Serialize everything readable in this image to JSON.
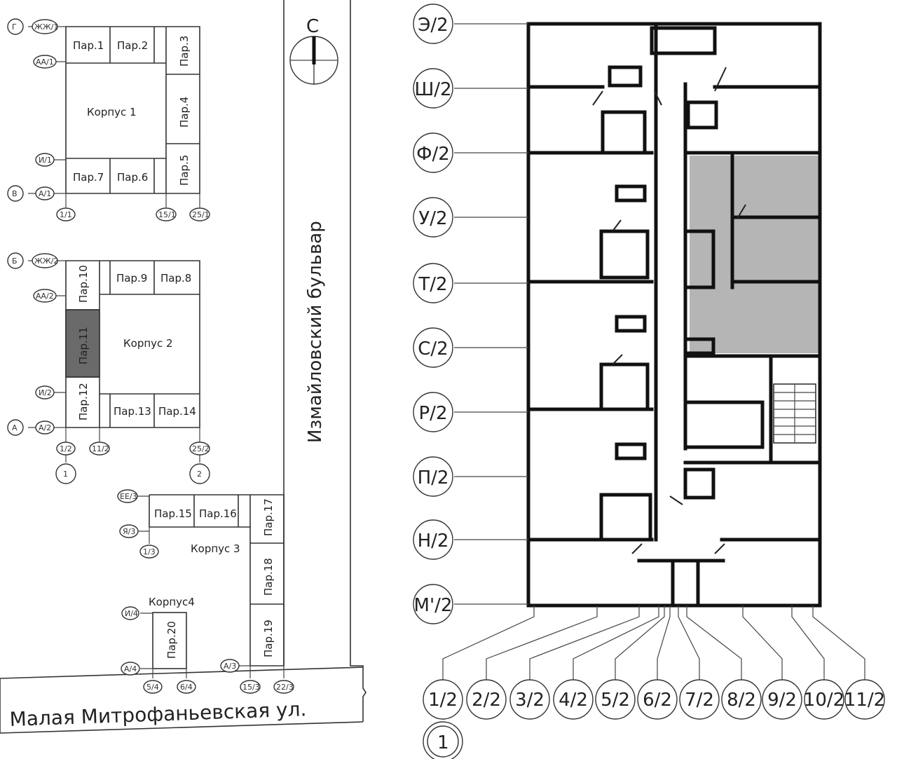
{
  "site_plan": {
    "compass_letter": "С",
    "buildings": [
      {
        "name": "Корпус 1"
      },
      {
        "name": "Корпус 2"
      },
      {
        "name": "Корпус 3"
      },
      {
        "name": "Корпус4"
      }
    ],
    "sections": [
      "Пар.1",
      "Пар.2",
      "Пар.3",
      "Пар.4",
      "Пар.5",
      "Пар.6",
      "Пар.7",
      "Пар.8",
      "Пар.9",
      "Пар.10",
      "Пар.11",
      "Пар.12",
      "Пар.13",
      "Пар.14",
      "Пар.15",
      "Пар.16",
      "Пар.17",
      "Пар.18",
      "Пар.19",
      "Пар.20"
    ],
    "highlighted_section": "Пар.11",
    "grid_marks": {
      "g": "Г",
      "v": "В",
      "b": "Б",
      "a": "А",
      "zhzh1": "ЖЖ/1",
      "aa1": "АА/1",
      "i1": "И/1",
      "a1": "А/1",
      "m1": "1/1",
      "m15_1": "15/1",
      "m25_1": "25/1",
      "zhzh2": "ЖЖ/2",
      "aa2": "АА/2",
      "i2": "И/2",
      "a2": "А/2",
      "m1_2": "1/2",
      "m11_2": "11/2",
      "m25_2": "25/2",
      "n1": "1",
      "n2": "2",
      "ee3": "ЕЕ/3",
      "ya3": "Я/3",
      "m1_3": "1/3",
      "a3": "А/3",
      "m15_3": "15/3",
      "m22_3": "22/3",
      "i4": "И/4",
      "a4": "А/4",
      "m5_4": "5/4",
      "m6_4": "6/4"
    },
    "streets": {
      "boulevard": "Измайловский бульвар",
      "street": "Малая Митрофаньевская ул."
    }
  },
  "floor_plan": {
    "row_axes": [
      "Э/2",
      "Ш/2",
      "Ф/2",
      "У/2",
      "Т/2",
      "С/2",
      "Р/2",
      "П/2",
      "Н/2",
      "М'/2"
    ],
    "column_axes": [
      "1/2",
      "2/2",
      "3/2",
      "4/2",
      "5/2",
      "6/2",
      "7/2",
      "8/2",
      "9/2",
      "10/2",
      "11/2"
    ],
    "section_number": "1",
    "highlight_color": "#b5b5b5"
  }
}
